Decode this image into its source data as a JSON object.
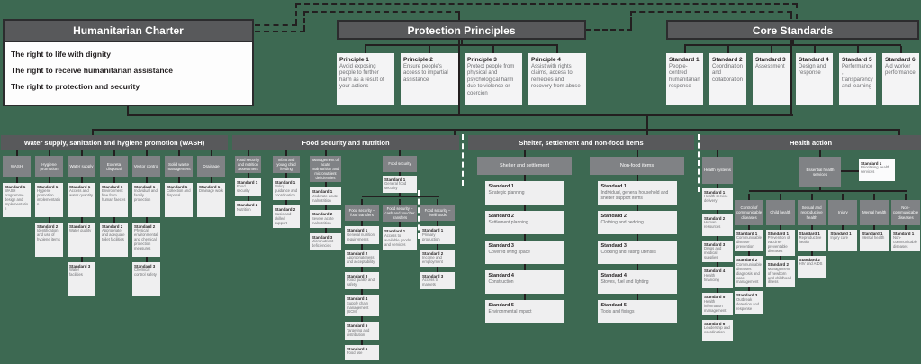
{
  "colors": {
    "background": "#3d6952",
    "header_dark": "#58595b",
    "subheader_gray": "#808285",
    "box_light": "#efeff0",
    "line_dark": "#231f20",
    "separator_white": "#ffffff"
  },
  "top": {
    "humanitarian_charter": {
      "title": "Humanitarian Charter",
      "items": [
        "The right to life with dignity",
        "The right to receive humanitarian assistance",
        "The right to protection and security"
      ]
    },
    "protection_principles": {
      "title": "Protection Principles",
      "items": [
        {
          "label": "Principle 1",
          "text": "Avoid exposing people to further harm as a result of your actions"
        },
        {
          "label": "Principle 2",
          "text": "Ensure people's access to impartial assistance"
        },
        {
          "label": "Principle 3",
          "text": "Protect people from physical and psychological harm due to violence or coercion"
        },
        {
          "label": "Principle 4",
          "text": "Assist with rights claims, access to remedies and recovery from abuse"
        }
      ]
    },
    "core_standards": {
      "title": "Core Standards",
      "items": [
        {
          "label": "Standard 1",
          "text": "People-centred humanitarian response"
        },
        {
          "label": "Standard 2",
          "text": "Coordination and collaboration"
        },
        {
          "label": "Standard 3",
          "text": "Assessment"
        },
        {
          "label": "Standard 4",
          "text": "Design and response"
        },
        {
          "label": "Standard 5",
          "text": "Performance, transparency and learning"
        },
        {
          "label": "Standard 6",
          "text": "Aid worker performance"
        }
      ]
    }
  },
  "sections": {
    "wash": {
      "title": "Water supply, sanitation and hygiene promotion (WASH)",
      "columns": [
        {
          "header": "WASH",
          "standards": [
            {
              "label": "Standard 1",
              "text": "WASH programme design and implementation"
            }
          ]
        },
        {
          "header": "Hygiene promotion",
          "standards": [
            {
              "label": "Standard 1",
              "text": "Hygiene promotion implementation"
            },
            {
              "label": "Standard 2",
              "text": "Identification and use of hygiene items"
            }
          ]
        },
        {
          "header": "Water supply",
          "standards": [
            {
              "label": "Standard 1",
              "text": "Access and water quantity"
            },
            {
              "label": "Standard 2",
              "text": "Water quality"
            },
            {
              "label": "Standard 3",
              "text": "Water facilities"
            }
          ]
        },
        {
          "header": "Excreta disposal",
          "standards": [
            {
              "label": "Standard 1",
              "text": "Environment free from human faeces"
            },
            {
              "label": "Standard 2",
              "text": "Appropriate and adequate toilet facilities"
            }
          ]
        },
        {
          "header": "Vector control",
          "standards": [
            {
              "label": "Standard 1",
              "text": "Individual and family protection"
            },
            {
              "label": "Standard 2",
              "text": "Physical, environmental and chemical protection measures"
            },
            {
              "label": "Standard 3",
              "text": "Chemical control safety"
            }
          ]
        },
        {
          "header": "Solid waste management",
          "standards": [
            {
              "label": "Standard 1",
              "text": "Collection and disposal"
            }
          ]
        },
        {
          "header": "Drainage",
          "standards": [
            {
              "label": "Standard 1",
              "text": "Drainage work"
            }
          ]
        }
      ]
    },
    "food": {
      "title": "Food security and nutrition",
      "columns": [
        {
          "header": "Food security and nutrition assessment",
          "standards": [
            {
              "label": "Standard 1",
              "text": "Food security"
            },
            {
              "label": "Standard 2",
              "text": "Nutrition"
            }
          ]
        },
        {
          "header": "Infant and young child feeding",
          "standards": [
            {
              "label": "Standard 1",
              "text": "Policy guidance and coordination"
            },
            {
              "label": "Standard 2",
              "text": "Basic and skilled support"
            }
          ]
        },
        {
          "header": "Management of acute malnutrition and micronutrient deficiencies",
          "standards": [
            {
              "label": "Standard 1",
              "text": "Moderate acute malnutrition"
            },
            {
              "label": "Standard 2",
              "text": "Severe acute malnutrition"
            },
            {
              "label": "Standard 3",
              "text": "Micronutrient deficiencies"
            }
          ]
        }
      ],
      "food_security": {
        "header": "Food security",
        "standard": {
          "label": "Standard 1",
          "text": "General food security"
        },
        "subcolumns": [
          {
            "header": "Food security – food transfers",
            "standards": [
              {
                "label": "Standard 1",
                "text": "General nutrition requirements"
              },
              {
                "label": "Standard 2",
                "text": "Appropriateness and acceptability"
              },
              {
                "label": "Standard 3",
                "text": "Food quality and safety"
              },
              {
                "label": "Standard 4",
                "text": "Supply chain management (SCM)"
              },
              {
                "label": "Standard 5",
                "text": "Targeting and distribution"
              },
              {
                "label": "Standard 6",
                "text": "Food use"
              }
            ]
          },
          {
            "header": "Food security – cash and voucher transfers",
            "standards": [
              {
                "label": "Standard 1",
                "text": "Access to available goods and services"
              }
            ]
          },
          {
            "header": "Food security – livelihoods",
            "standards": [
              {
                "label": "Standard 1",
                "text": "Primary production"
              },
              {
                "label": "Standard 2",
                "text": "Income and employment"
              },
              {
                "label": "Standard 3",
                "text": "Access to markets"
              }
            ]
          }
        ]
      }
    },
    "shelter": {
      "title": "Shelter, settlement and non-food items",
      "columns": [
        {
          "header": "Shelter and settlement",
          "standards": [
            {
              "label": "Standard 1",
              "text": "Strategic planning"
            },
            {
              "label": "Standard 2",
              "text": "Settlement planning"
            },
            {
              "label": "Standard 3",
              "text": "Covered living space"
            },
            {
              "label": "Standard 4",
              "text": "Construction"
            },
            {
              "label": "Standard 5",
              "text": "Environmental impact"
            }
          ]
        },
        {
          "header": "Non-food items",
          "standards": [
            {
              "label": "Standard 1",
              "text": "Individual, general household and shelter support items"
            },
            {
              "label": "Standard 2",
              "text": "Clothing and bedding"
            },
            {
              "label": "Standard 3",
              "text": "Cooking and eating utensils"
            },
            {
              "label": "Standard 4",
              "text": "Stoves, fuel and lighting"
            },
            {
              "label": "Standard 5",
              "text": "Tools and fixings"
            }
          ]
        }
      ]
    },
    "health": {
      "title": "Health action",
      "health_systems": {
        "header": "Health systems",
        "standards": [
          {
            "label": "Standard 1",
            "text": "Health service delivery"
          },
          {
            "label": "Standard 2",
            "text": "Human resources"
          },
          {
            "label": "Standard 3",
            "text": "Drugs and medical supplies"
          },
          {
            "label": "Standard 4",
            "text": "Health financing"
          },
          {
            "label": "Standard 5",
            "text": "Health information management"
          },
          {
            "label": "Standard 6",
            "text": "Leadership and coordination"
          }
        ]
      },
      "essential": {
        "header": "Essential health services",
        "standard": {
          "label": "Standard 1",
          "text": "Prioritising health services"
        },
        "columns": [
          {
            "header": "Control of communicable diseases",
            "standards": [
              {
                "label": "Standard 1",
                "text": "Communicable disease prevention"
              },
              {
                "label": "Standard 2",
                "text": "Communicable diseases diagnosis and case management"
              },
              {
                "label": "Standard 3",
                "text": "Outbreak detection and response"
              }
            ]
          },
          {
            "header": "Child health",
            "standards": [
              {
                "label": "Standard 1",
                "text": "Prevention of vaccine-preventable diseases"
              },
              {
                "label": "Standard 2",
                "text": "Management of newborn and childhood illness"
              }
            ]
          },
          {
            "header": "Sexual and reproductive health",
            "standards": [
              {
                "label": "Standard 1",
                "text": "Reproductive health"
              },
              {
                "label": "Standard 2",
                "text": "HIV and AIDS"
              }
            ]
          },
          {
            "header": "Injury",
            "standards": [
              {
                "label": "Standard 1",
                "text": "Injury care"
              }
            ]
          },
          {
            "header": "Mental health",
            "standards": [
              {
                "label": "Standard 1",
                "text": "Mental health"
              }
            ]
          },
          {
            "header": "Non-communicable diseases",
            "standards": [
              {
                "label": "Standard 1",
                "text": "Non-communicable diseases"
              }
            ]
          }
        ]
      }
    }
  }
}
